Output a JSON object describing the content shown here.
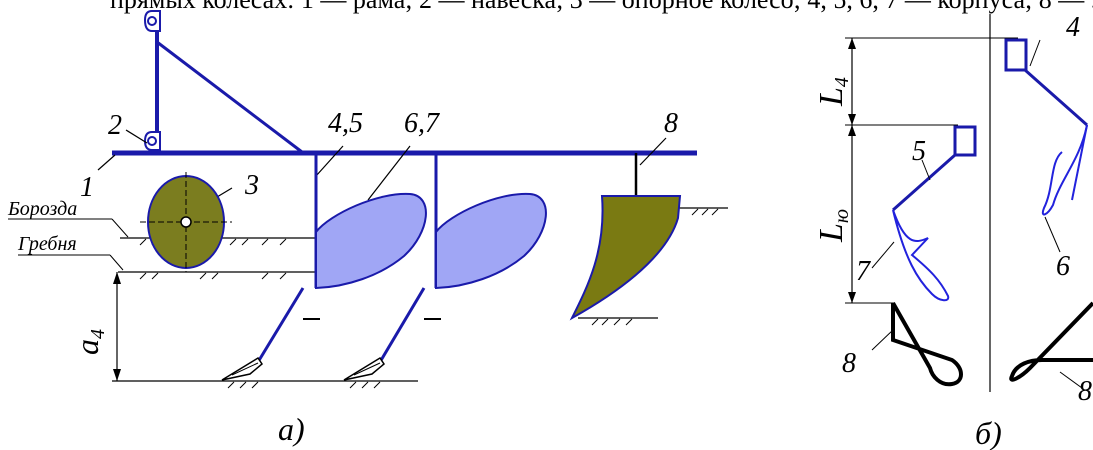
{
  "header_fragment": "прямых колёсах: 1 — рама; 2 — навеска; 3 — опорное колесо; 4, 5, 6, 7 — корпуса; 8 — ...",
  "labels": {
    "frame": "1",
    "hitch": "2",
    "wheel": "3",
    "legs": "4,5",
    "bodies": "6,7",
    "rear": "8",
    "furrow": "Борозда",
    "ridge": "Гребня",
    "depth_a": "a",
    "depth_sub": "4",
    "caption_a": "а)",
    "caption_b": "б)"
  },
  "right_labels": {
    "n4": "4",
    "n5": "5",
    "n6": "6",
    "n7": "7",
    "n8_left": "8",
    "n8_right": "8",
    "L4": "L",
    "L4_sub": "4",
    "Lyu": "L",
    "Lyu_sub": "ю"
  },
  "colors": {
    "frame": "#1a1aaa",
    "body_fill": "#a0a6f5",
    "wheel_fill": "#7b7d1f",
    "rear_fill": "#7a7a12",
    "curve": "#2222dd"
  }
}
